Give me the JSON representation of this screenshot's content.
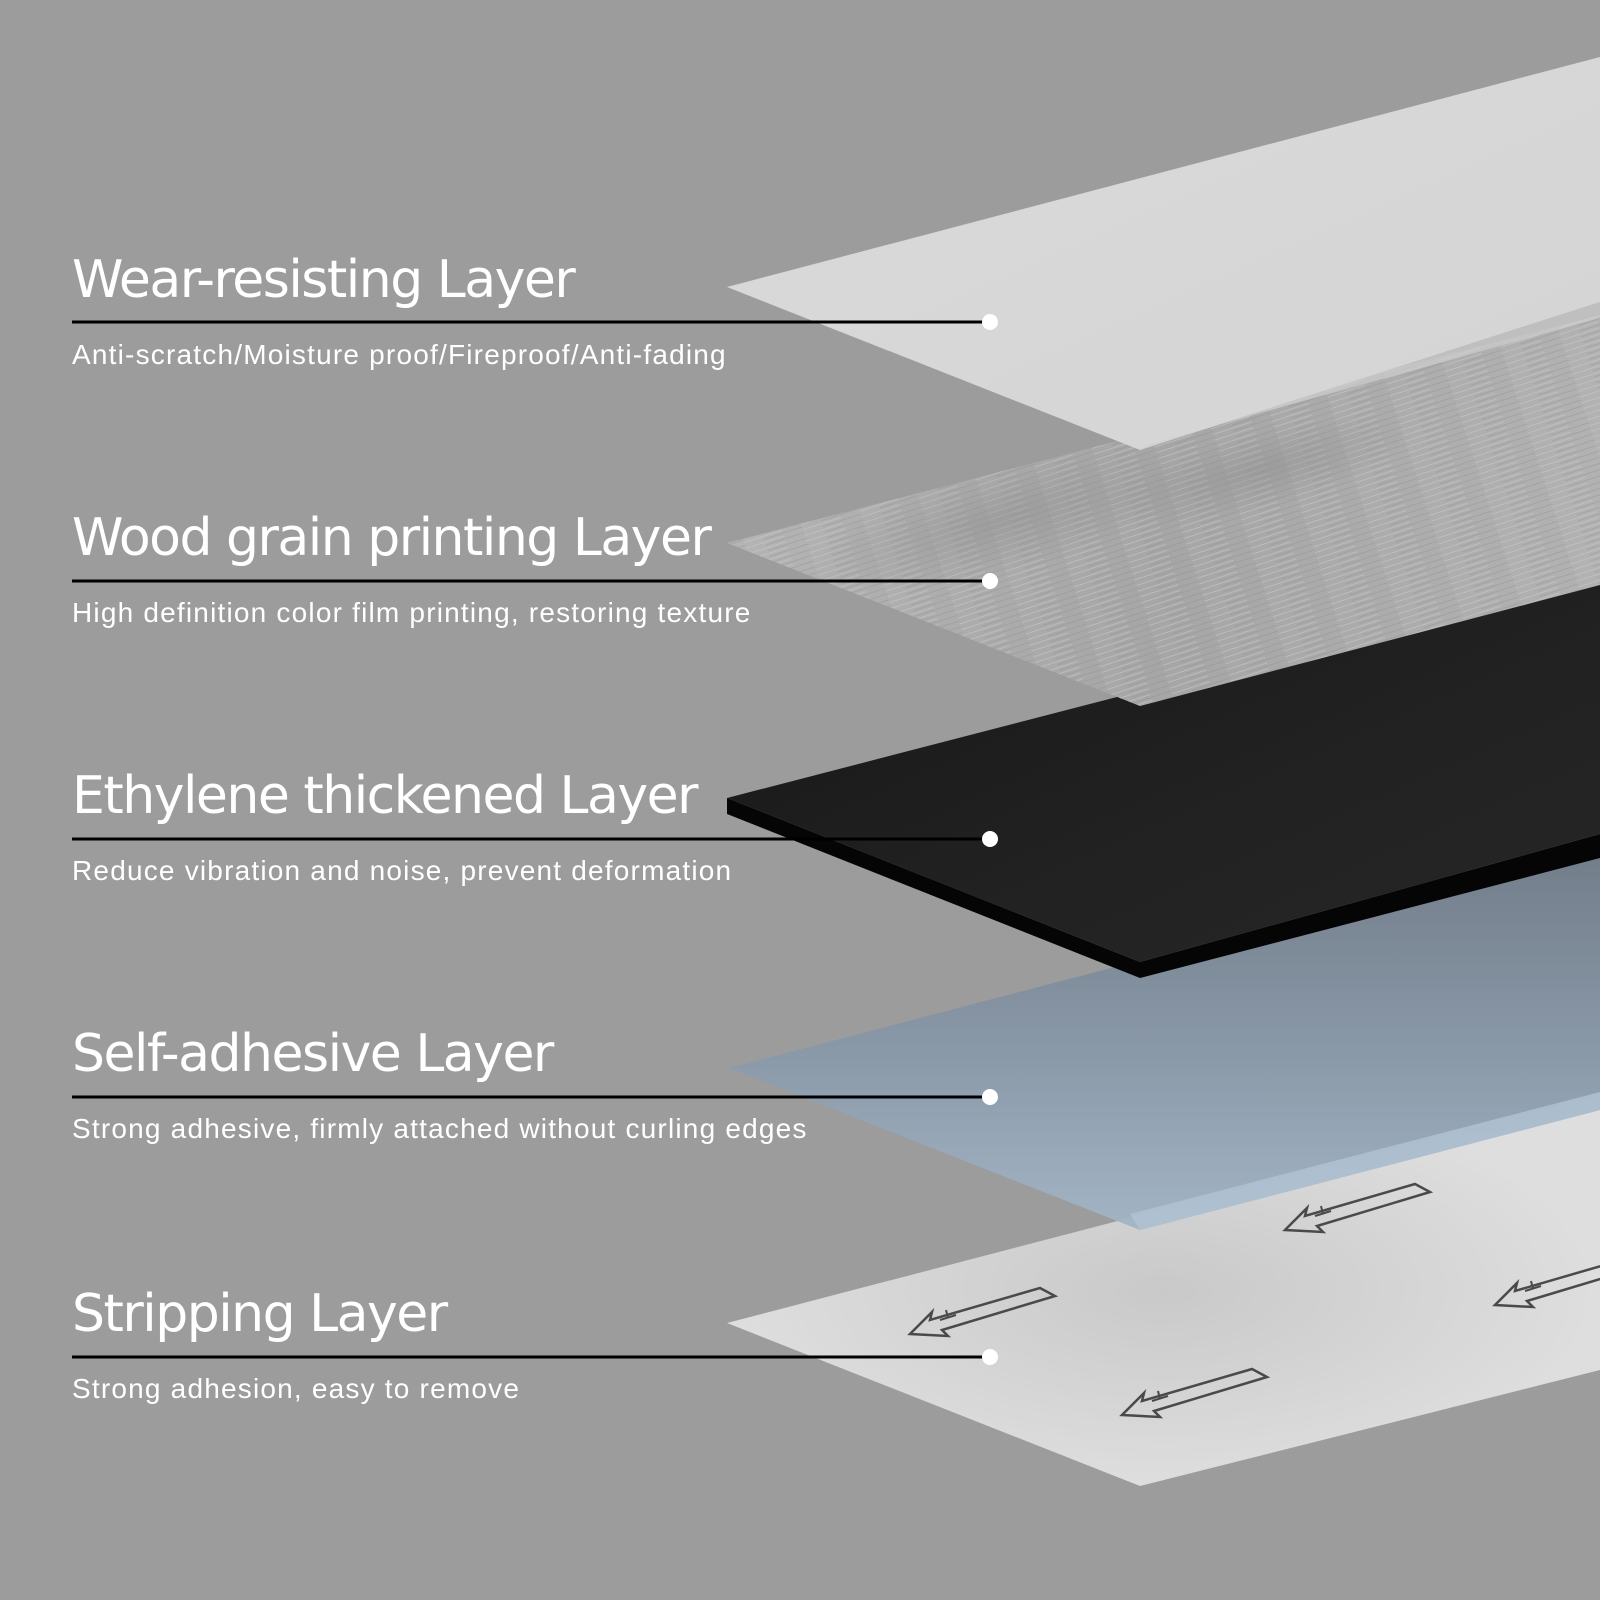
{
  "colors": {
    "background": "#9c9c9c",
    "label_text": "#ffffff",
    "leader_line": "#000000",
    "leader_dot": "#ffffff",
    "wear_layer": "#d8d8d8",
    "wood_layer": "#b0b0b0",
    "ethylene_layer": "#1e1e1e",
    "adhesive_layer": "#9fb1c4",
    "stripping_layer": "#dcdcdc"
  },
  "layers": [
    {
      "title": "Wear-resisting Layer",
      "description": "Anti-scratch/Moisture proof/Fireproof/Anti-fading"
    },
    {
      "title": "Wood grain printing Layer",
      "description": "High definition color film printing, restoring texture"
    },
    {
      "title": "Ethylene thickened Layer",
      "description": "Reduce vibration and noise, prevent deformation"
    },
    {
      "title": "Self-adhesive Layer",
      "description": "Strong adhesive, firmly attached without curling edges"
    },
    {
      "title": "Stripping Layer",
      "description": "Strong adhesion, easy to remove"
    }
  ],
  "stripping_layer_icons": [
    "arrow-left-down-icon",
    "arrow-left-down-icon",
    "arrow-left-down-icon",
    "arrow-left-down-icon",
    "arrow-left-down-icon"
  ]
}
